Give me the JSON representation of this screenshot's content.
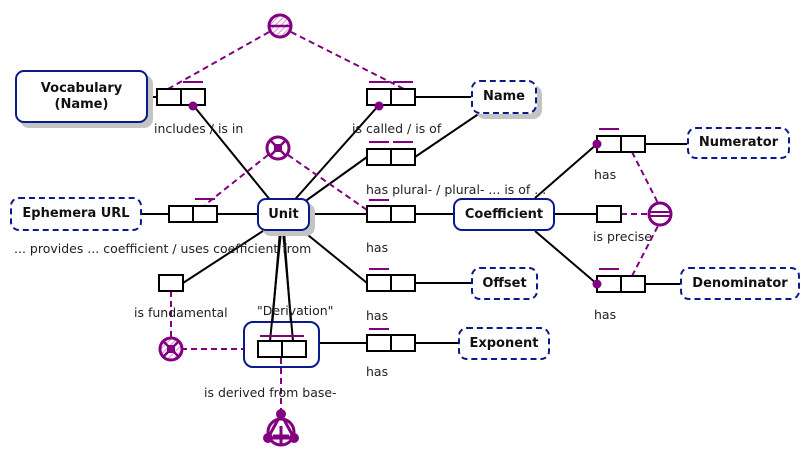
{
  "colors": {
    "entity_border": "#0a1a8c",
    "constraint": "#800080",
    "line": "#000000",
    "shadow": "#c4c4c4"
  },
  "entities": {
    "vocabulary": {
      "label_line1": "Vocabulary",
      "label_line2": "(Name)",
      "style": "solid"
    },
    "name": {
      "label": "Name",
      "style": "dashed"
    },
    "unit": {
      "label": "Unit",
      "style": "solid"
    },
    "ephemera_url": {
      "label": "Ephemera URL",
      "style": "dashed"
    },
    "coefficient": {
      "label": "Coefficient",
      "style": "solid"
    },
    "numerator": {
      "label": "Numerator",
      "style": "dashed"
    },
    "denominator": {
      "label": "Denominator",
      "style": "dashed"
    },
    "offset": {
      "label": "Offset",
      "style": "dashed"
    },
    "exponent": {
      "label": "Exponent",
      "style": "dashed"
    },
    "derivation": {
      "label": "\"Derivation\"",
      "style": "objectified"
    }
  },
  "facts": {
    "includes": "includes / is in",
    "is_called": "is called / is of",
    "has_plural": "has plural- / plural- ... is of ...",
    "unit_has_coefficient": "has",
    "provides_coefficient": "... provides ... coefficient / uses coefficient from",
    "is_fundamental": "is fundamental",
    "has_offset": "has",
    "has_exponent": "has",
    "is_derived": "is derived from base-",
    "numerator_has": "has",
    "is_precise": "is precise",
    "denominator_has": "has"
  },
  "constraints": [
    {
      "name": "exclusion-constraint",
      "type": "exclusion"
    },
    {
      "name": "exclusive-or-constraint",
      "type": "exclusive-or"
    },
    {
      "name": "equality-constraint",
      "type": "equality"
    },
    {
      "name": "exclusive-or-constraint-2",
      "type": "exclusive-or"
    },
    {
      "name": "ring-constraint",
      "type": "acyclic-intransitive"
    }
  ]
}
